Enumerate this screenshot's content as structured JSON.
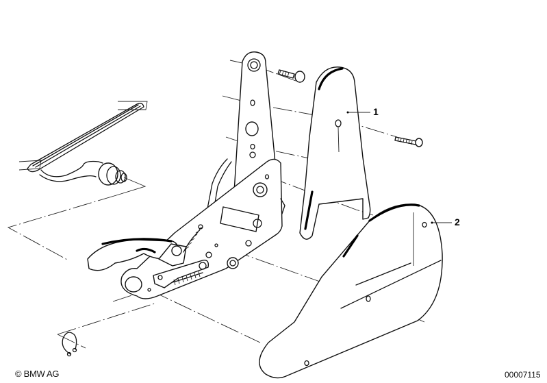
{
  "diagram": {
    "type": "exploded-parts-view",
    "subject": "seat backrest hinge / adjuster assembly",
    "callouts": [
      {
        "id": "1",
        "label": "1",
        "part": "backrest hinge trim bracket"
      },
      {
        "id": "2",
        "label": "2",
        "part": "hinge cover panel"
      }
    ],
    "components": [
      "hinge upright plate",
      "adjuster lever",
      "release spring",
      "tension spring",
      "connecting rod with joint",
      "circlip",
      "screw (upper)",
      "screw (long)"
    ]
  },
  "footer": {
    "copyright": "© BMW AG",
    "reference_number": "00007115"
  },
  "colors": {
    "line": "#111111",
    "background": "#ffffff"
  }
}
